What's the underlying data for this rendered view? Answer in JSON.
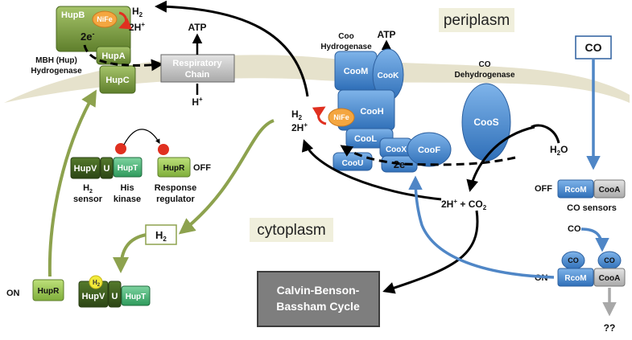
{
  "compartments": {
    "periplasm": "periplasm",
    "cytoplasm": "cytoplasm"
  },
  "mbh": {
    "hupB": "HupB",
    "nife": "NiFe",
    "two_e": "2e",
    "e_sup": "-",
    "hupA": "HupA",
    "hupC": "HupC",
    "title_line1": "MBH (Hup)",
    "title_line2": "Hydrogenase",
    "h2_main": "H",
    "h2_sub": "2",
    "twoh_main": "2H",
    "twoh_sup": "+"
  },
  "respiratory": {
    "line1": "Respiratory",
    "line2": "Chain",
    "atp": "ATP",
    "h_main": "H",
    "h_sup": "+"
  },
  "sensor": {
    "hupV": "HupV",
    "u": "U",
    "hupT": "HupT",
    "hupR": "HupR",
    "off": "OFF",
    "h2_sensor_main": "H",
    "h2_sensor_sub": "2",
    "h2_sensor_word": "sensor",
    "his_kinase_1": "His",
    "his_kinase_2": "kinase",
    "response_1": "Response",
    "response_2": "regulator",
    "h2_box_main": "H",
    "h2_box_sub": "2",
    "on": "ON",
    "hupR_on": "HupR",
    "bound_hupV": "HupV",
    "bound_u": "U",
    "bound_hupT": "HupT",
    "bound_h2_main": "H",
    "bound_h2_sub": "2"
  },
  "coo": {
    "title_line1": "Coo",
    "title_line2": "Hydrogenase",
    "atp": "ATP",
    "cooM": "CooM",
    "cooK": "CooK",
    "cooH": "CooH",
    "nife": "NiFe",
    "cooL": "CooL",
    "cooX": "CooX",
    "cooU": "CooU",
    "two_e": "2e",
    "h2_main": "H",
    "h2_sub": "2",
    "twoh_main": "2H",
    "twoh_sup": "+"
  },
  "codh": {
    "title_line1": "CO",
    "title_line2": "Dehydrogenase",
    "cooS": "CooS",
    "cooF": "CooF",
    "h2o_main": "H",
    "h2o_sub": "2",
    "h2o_o": "O"
  },
  "products": {
    "h_main": "2H",
    "h_sup": "+",
    "plus": " + CO",
    "co2_sub": "2"
  },
  "co_sensing": {
    "co_box": "CO",
    "off": "OFF",
    "rcoM": "RcoM",
    "cooA": "CooA",
    "sensors": "CO sensors",
    "co_arrow": "CO",
    "on": "ON",
    "rcoM_on": "RcoM",
    "cooA_on": "CooA",
    "co_bound_1": "CO",
    "co_bound_2": "CO",
    "unknown": "??"
  },
  "calvin": {
    "line1": "Calvin-Benson-",
    "line2": "Bassham Cycle"
  },
  "colors": {
    "membrane": "#e6e2cc",
    "green": "#7a9a3c",
    "dark_green": "#3b5a1f",
    "blue": "#4a90d9",
    "arrow_blue": "#4f86c6",
    "arrow_green": "#8da24e",
    "gray_box": "#7e7e7e",
    "red": "#e03020"
  }
}
